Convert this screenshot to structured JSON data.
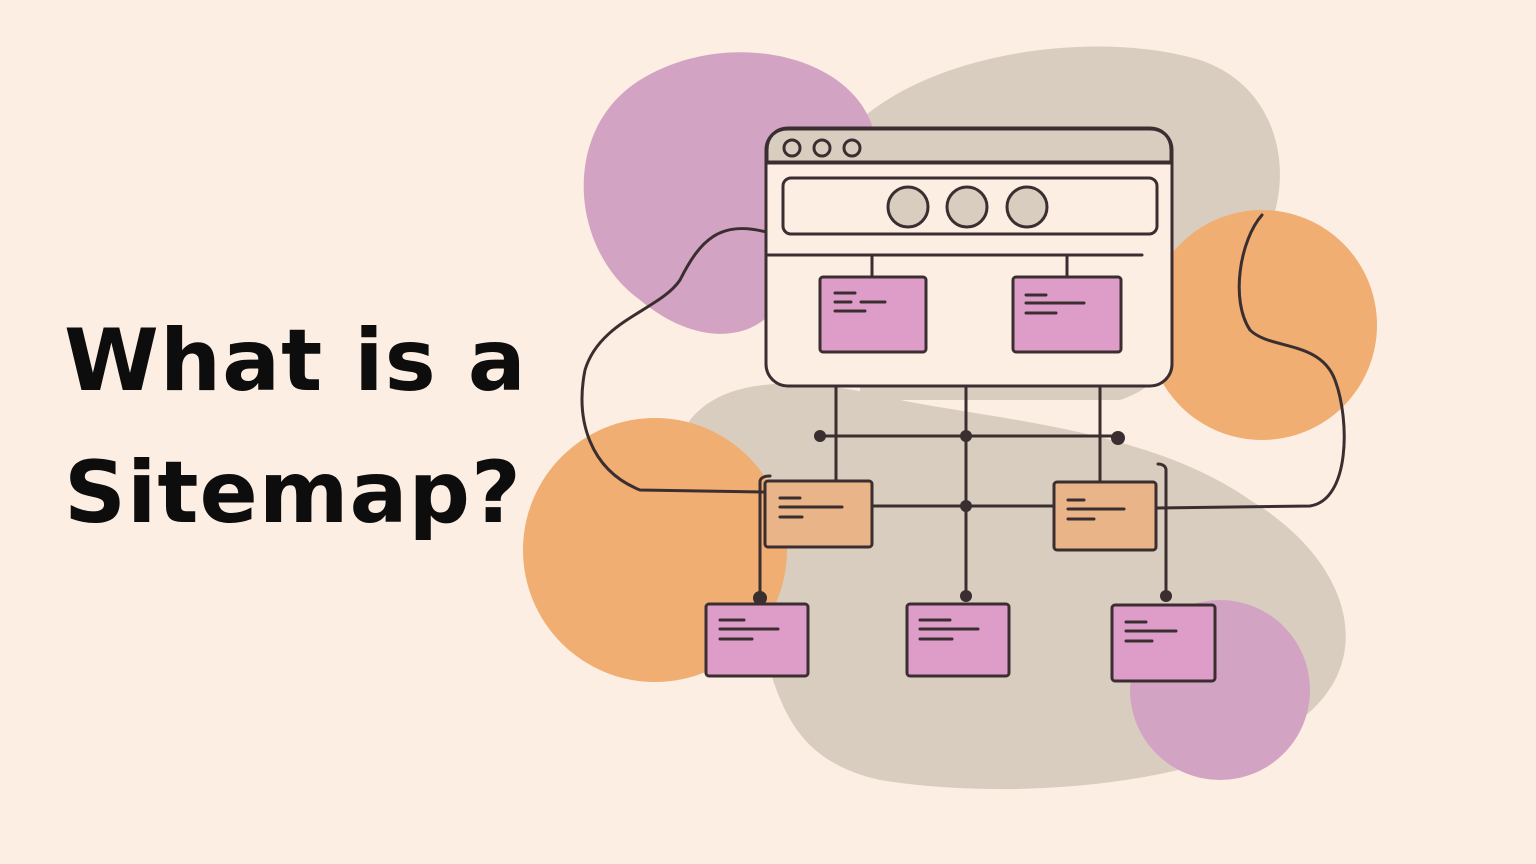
{
  "heading": {
    "line1": "What is a",
    "line2": "Sitemap?"
  },
  "colors": {
    "background": "#fdeee3",
    "purple_blob": "#d3a3c3",
    "gray_blob": "#d9cdc0",
    "orange_blob": "#f0ae72",
    "pink_box": "#dd9dc8",
    "orange_box": "#e9b488",
    "stroke": "#3b2e30"
  },
  "diagram": {
    "top_level_pages": 2,
    "mid_level_pages": 2,
    "bottom_level_pages": 3
  }
}
